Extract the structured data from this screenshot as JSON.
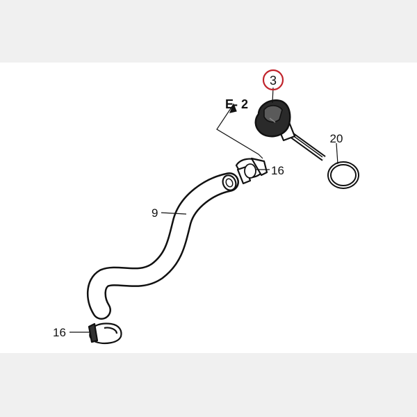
{
  "diagram": {
    "callouts": {
      "part_3": "3",
      "ref_e2": "E- 2",
      "part_20": "20",
      "part_16_top": "16",
      "part_9": "9",
      "part_16_bottom": "16"
    },
    "colors": {
      "line": "#111111",
      "highlight_circle": "#c0232b",
      "page_background": "#f0f0f0",
      "sheet": "#ffffff"
    }
  }
}
